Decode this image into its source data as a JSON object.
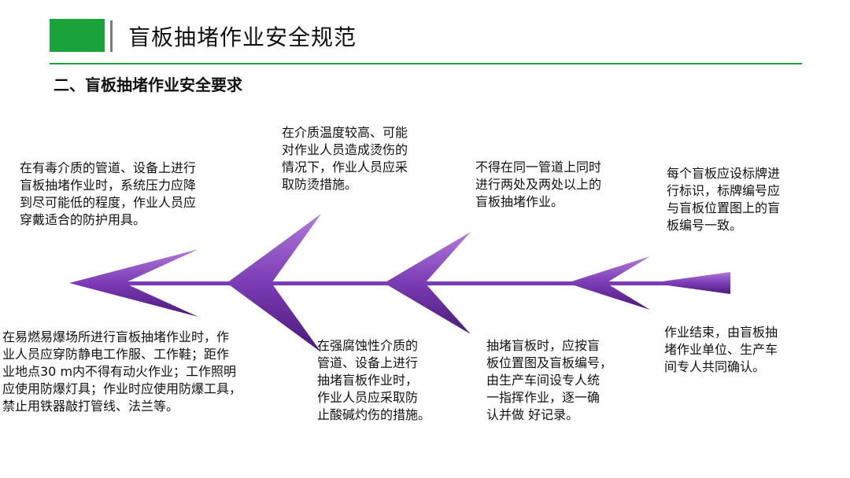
{
  "header": {
    "title": "盲板抽堵作业安全规范",
    "accent_color": "#1aa33a"
  },
  "section": {
    "title": "二、盲板抽堵作业安全要求"
  },
  "diagram": {
    "arrow_color": "#7b3bb5",
    "callouts": [
      {
        "id": "toxic",
        "text": "在有毒介质的管道、设备上进行\n盲板抽堵作业时，系统压力应降\n到尽可能低的程度，作业人员应\n穿戴适合的防护用具。"
      },
      {
        "id": "high-temp",
        "text": "在介质温度较高、可能\n对作业人员造成烫伤的\n情况下，作业人员应采\n取防烫措施。"
      },
      {
        "id": "same-pipe",
        "text": "不得在同一管道上同时\n进行两处及两处以上的\n盲板抽堵作业。"
      },
      {
        "id": "tag",
        "text": "每个盲板应设标牌进\n行标识，标牌编号应\n与盲板位置图上的盲\n板编号一致。"
      },
      {
        "id": "flammable",
        "text": "在易燃易爆场所进行盲板抽堵作业时，作\n业人员应穿防静电工作服、工作鞋；距作\n业地点30 m内不得有动火作业；工作照明\n应使用防爆灯具；作业时应使用防爆工具，\n禁止用铁器敲打管线、法兰等。"
      },
      {
        "id": "corrosive",
        "text": "在强腐蚀性介质的\n管道、设备上进行\n抽堵盲板作业时，\n作业人员应采取防\n止酸碱灼伤的措施。"
      },
      {
        "id": "position-map",
        "text": "抽堵盲板时，应按盲\n板位置图及盲板编号，\n由生产车间设专人统\n一指挥作业，逐一确\n认并做   好记录。"
      },
      {
        "id": "finish",
        "text": "作业结束，由盲板抽\n堵作业单位、生产车\n间专人共同确认。"
      }
    ]
  }
}
